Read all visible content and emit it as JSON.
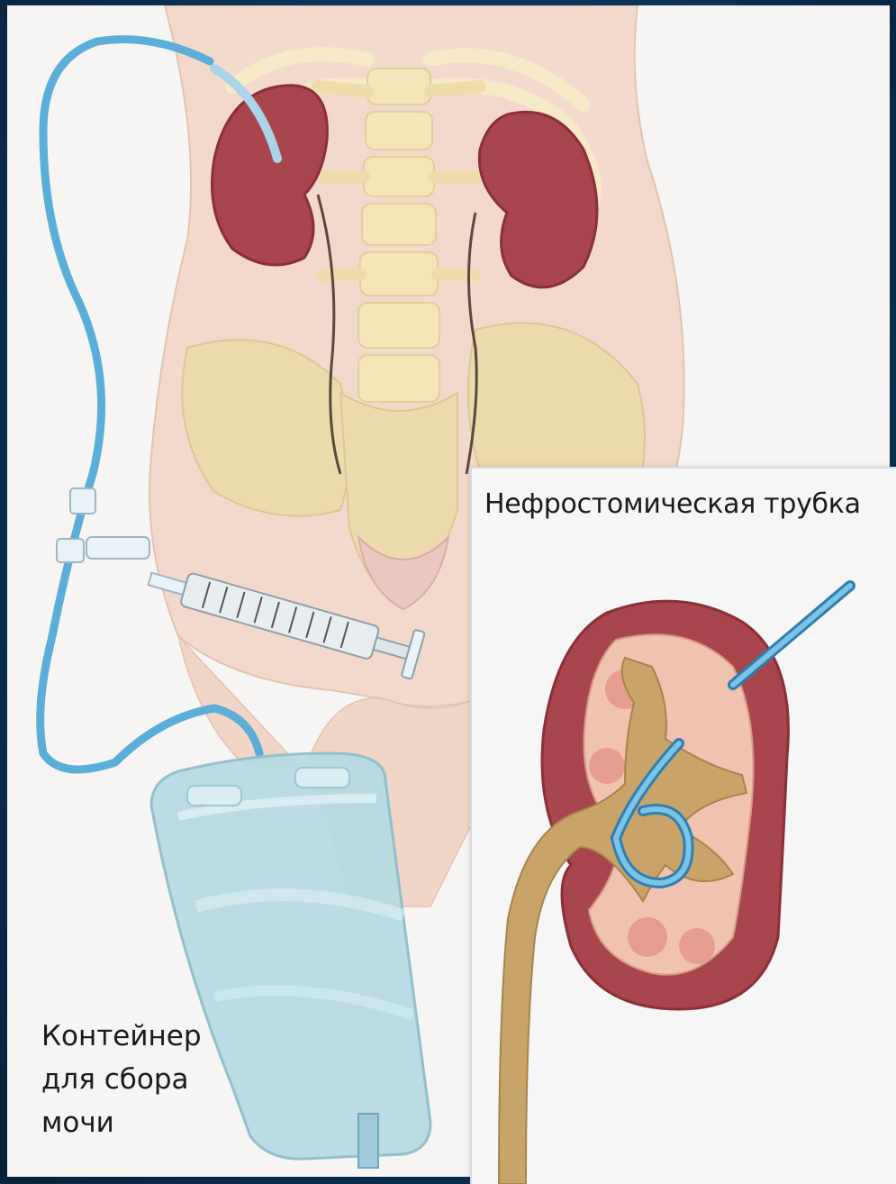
{
  "labels": {
    "nephrostomy_tube": "Нефростомическая трубка",
    "container_lines": [
      "Контейнер",
      "для сбора",
      "мочи"
    ]
  },
  "colors": {
    "background": "#0c3358",
    "skin": "#f3d9cc",
    "kidney": "#a9454c",
    "bone": "#f4e4b8",
    "pelvis": "#eedcaa",
    "tube": "#5aaed8",
    "bag": "#b8dbe4",
    "collecting_system": "#c9a46a"
  },
  "icons": [
    "kidney-icon",
    "spine-icon",
    "syringe-icon",
    "drainage-bag-icon",
    "catheter-tube-icon"
  ]
}
